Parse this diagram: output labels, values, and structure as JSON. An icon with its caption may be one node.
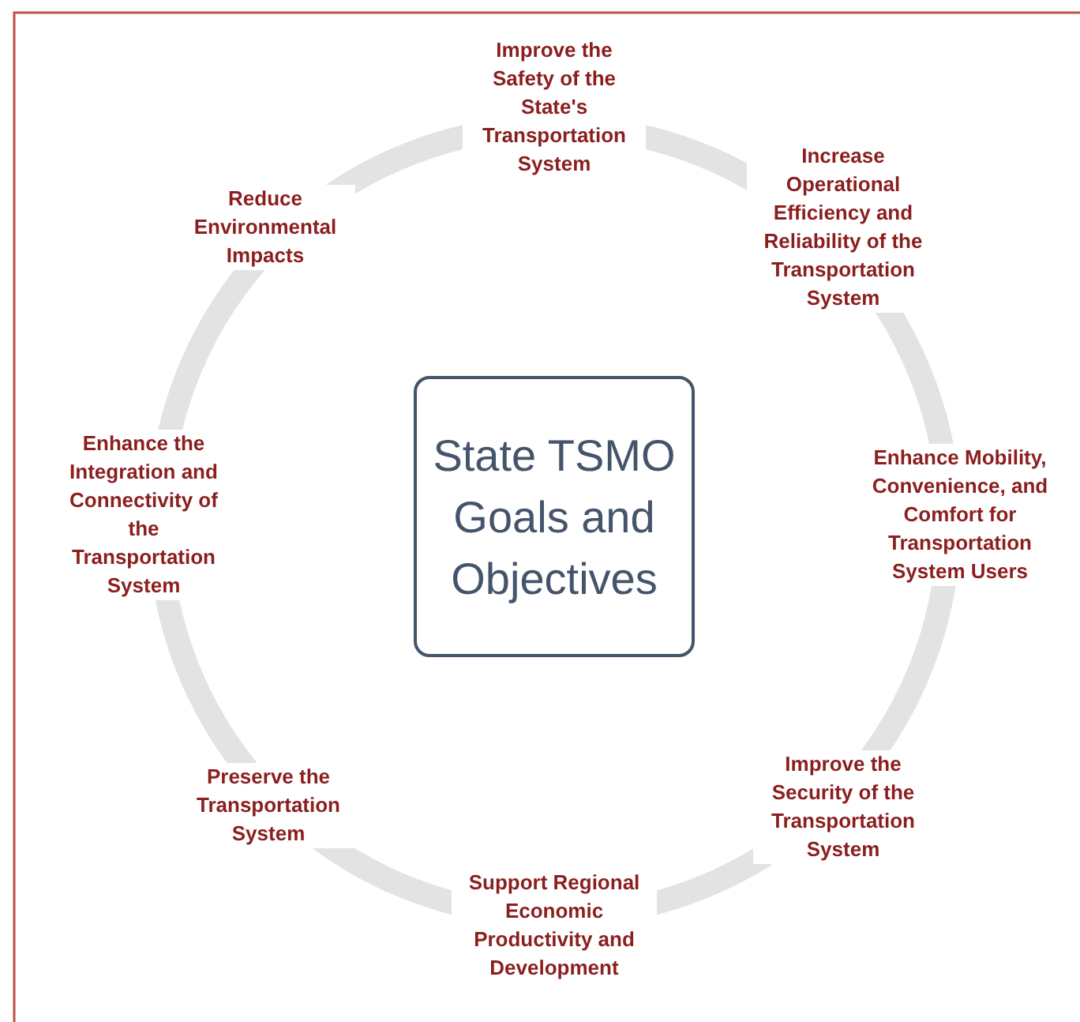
{
  "diagram": {
    "nodes": [
      {
        "text": [
          "State TSMO Goals and Objectives"
        ]
      }
    ],
    "labels": [
      "Improve the Safety of the State's Transportation System",
      "Increase Operational Efficiency and Reliability of the Transportation System",
      "Enhance Mobility, Convenience, and Comfort for Transportation System Users",
      "Improve the Security of the Transportation System",
      "Support Regional Economic Productivity and Development",
      "Preserve the Transportation System",
      "Enhance the Integration and Connectivity of the Transportation System",
      "Reduce Environmental Impacts"
    ]
  }
}
